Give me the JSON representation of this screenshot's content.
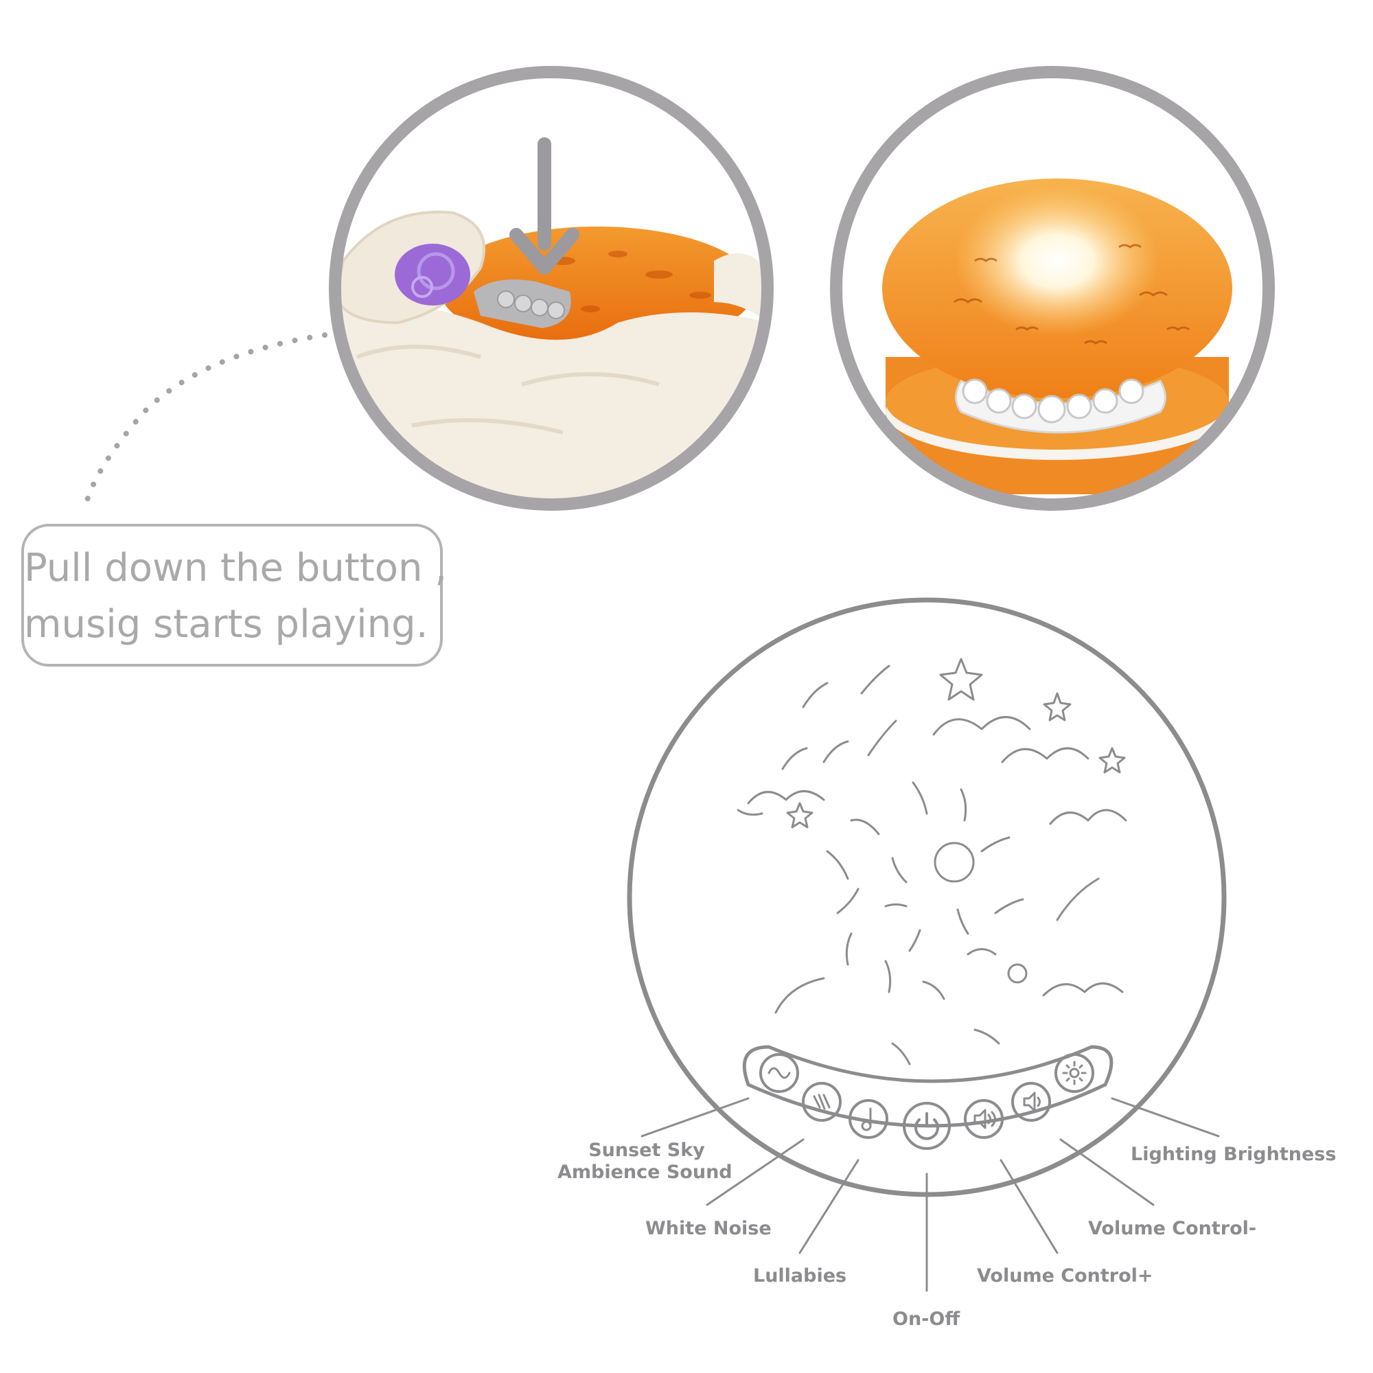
{
  "callout": {
    "line1": "Pull down the button ,",
    "line2": "musig starts playing."
  },
  "labels": {
    "sunset_sky_ambience_sound": [
      "Sunset Sky",
      "Ambience Sound"
    ],
    "white_noise": "White Noise",
    "lullabies": "Lullabies",
    "on_off": "On-Off",
    "volume_up": "Volume Control+",
    "volume_down": "Volume Control-",
    "lighting_brightness": "Lighting Brightness"
  },
  "colors": {
    "ring_gray": "#a7a4a8",
    "line_gray": "#8c8c8e",
    "projector_orange": "#f08a24",
    "plush_cream": "#f4ede0",
    "button_white": "#f7f7f7"
  },
  "icons": [
    "sunset-wave-icon",
    "white-noise-icon",
    "music-note-icon",
    "power-icon",
    "volume-up-icon",
    "volume-down-icon",
    "brightness-sun-icon",
    "down-arrow-icon"
  ]
}
